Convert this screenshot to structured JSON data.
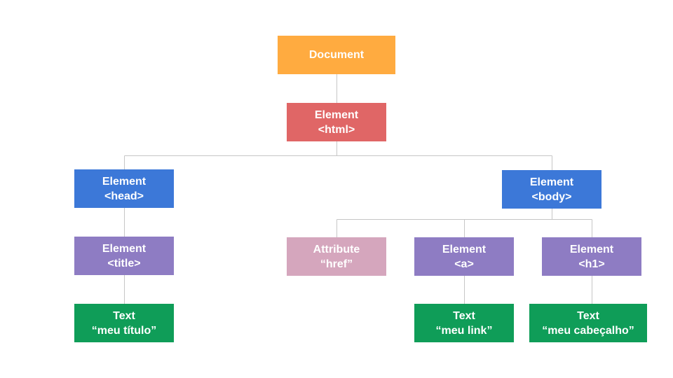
{
  "colors": {
    "document": "#ffab40",
    "html": "#e06666",
    "element": "#3c78d8",
    "element_child": "#8e7cc3",
    "attribute": "#d5a6bd",
    "text": "#0f9d58",
    "connector": "#c6c6c6"
  },
  "nodes": {
    "document": {
      "line1": "Document",
      "line2": ""
    },
    "html": {
      "line1": "Element",
      "line2": "<html>"
    },
    "head": {
      "line1": "Element",
      "line2": "<head>"
    },
    "body": {
      "line1": "Element",
      "line2": "<body>"
    },
    "title": {
      "line1": "Element",
      "line2": "<title>"
    },
    "href": {
      "line1": "Attribute",
      "line2": "“href”"
    },
    "a": {
      "line1": "Element",
      "line2": "<a>"
    },
    "h1": {
      "line1": "Element",
      "line2": "<h1>"
    },
    "text_title": {
      "line1": "Text",
      "line2": "“meu título”"
    },
    "text_link": {
      "line1": "Text",
      "line2": "“meu link”"
    },
    "text_heading": {
      "line1": "Text",
      "line2": "“meu cabeçalho”"
    }
  }
}
